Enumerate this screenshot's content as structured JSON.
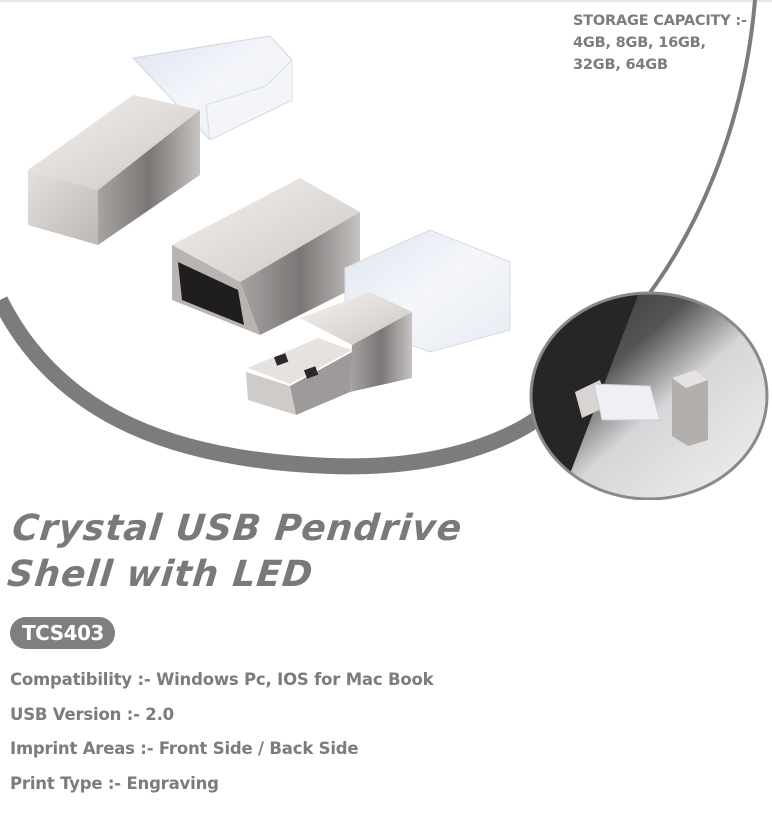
{
  "storage": {
    "heading": "STORAGE CAPACITY :-",
    "line1": "4GB, 8GB, 16GB,",
    "line2": "32GB, 64GB"
  },
  "product": {
    "title_line1": "Crystal USB Pendrive",
    "title_line2": "Shell with LED",
    "code": "TCS403"
  },
  "specs": [
    {
      "label": "Compatibility :- Windows Pc, IOS for Mac Book"
    },
    {
      "label": "USB Version :- 2.0"
    },
    {
      "label": "Imprint Areas :- Front Side / Back Side"
    },
    {
      "label": "Print Type :- Engraving"
    }
  ],
  "images": {
    "main": "crystal-usb-pendrive-product-photo",
    "inset": "usb-inserted-in-laptop-photo"
  },
  "colors": {
    "accent_gray": "#7d7b7c",
    "badge_bg": "#807e7f",
    "background": "#ffffff"
  }
}
